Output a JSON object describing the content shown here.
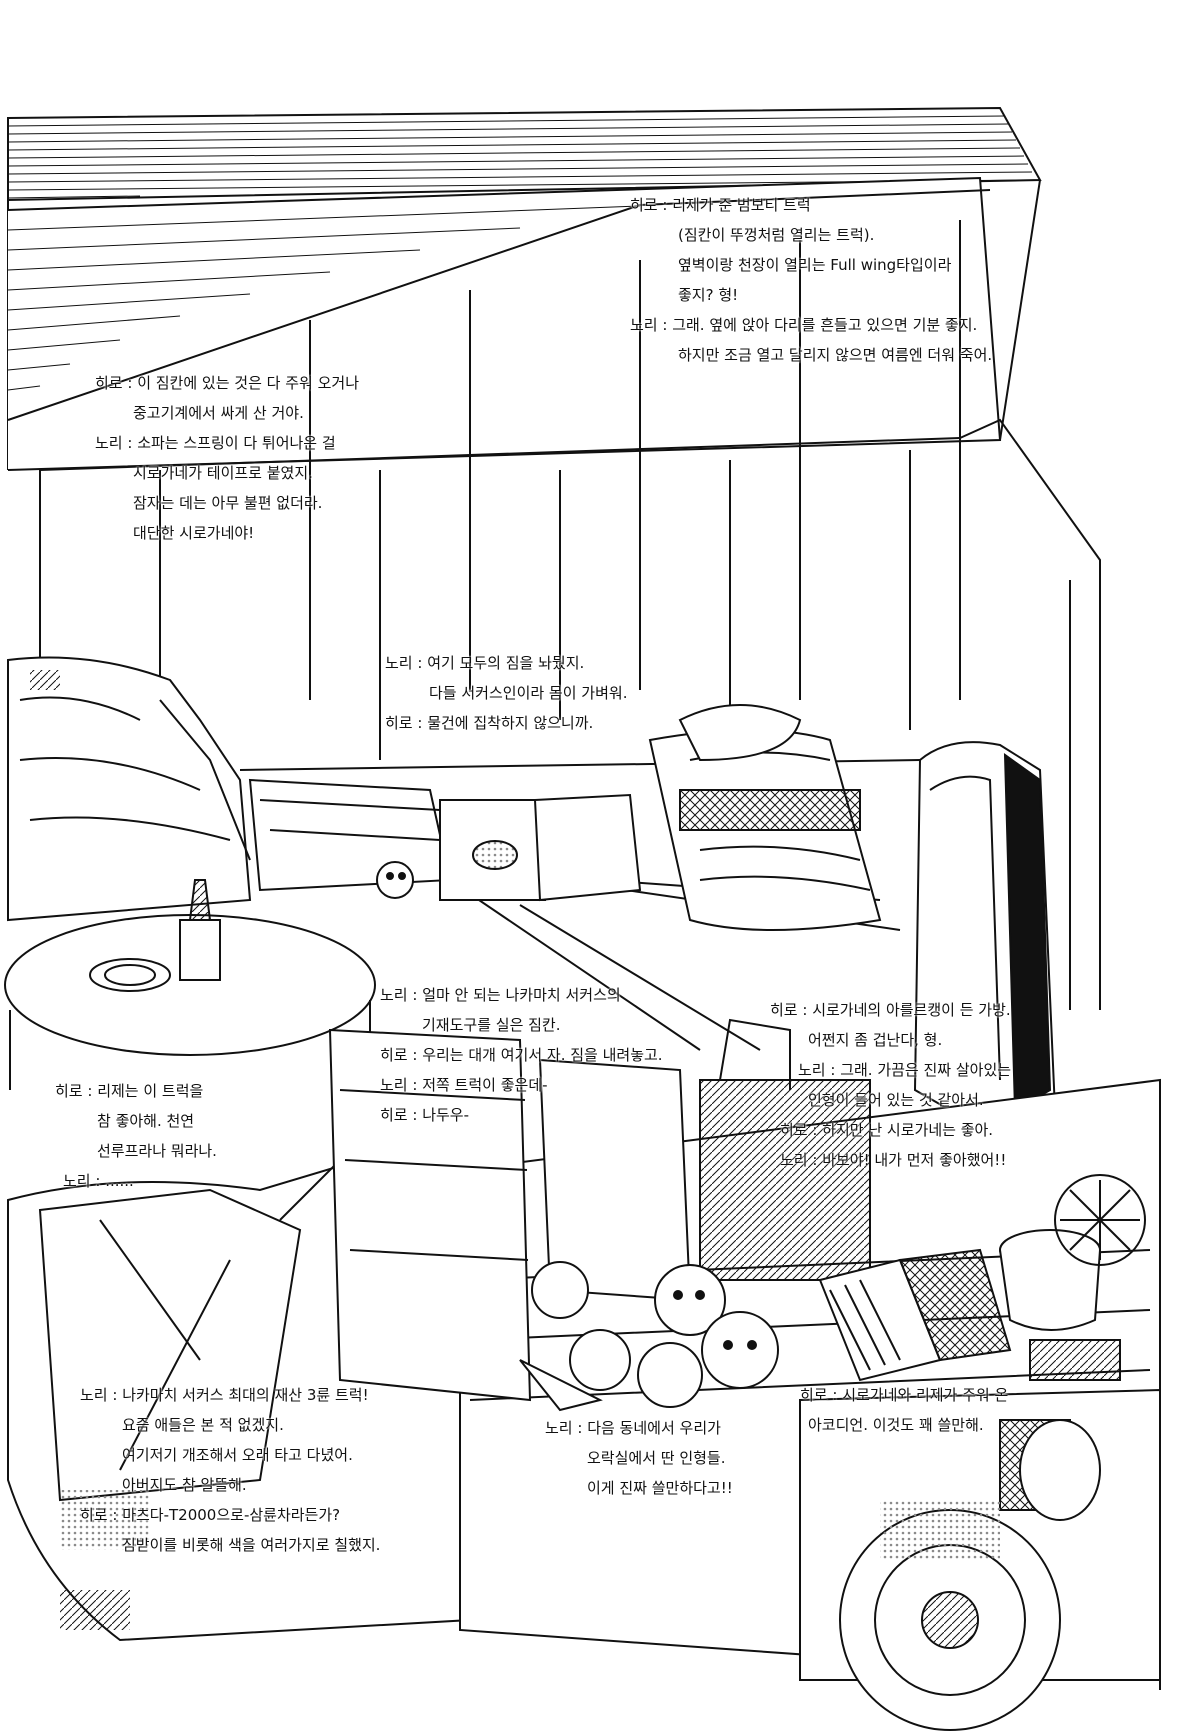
{
  "colors": {
    "ink": "#111111",
    "paper": "#ffffff",
    "screentone": "#8a8a8a"
  },
  "captions": {
    "roof_truck": [
      "히로 : 리제가 준 범보티 트럭",
      "(짐칸이 뚜껑처럼 열리는 트럭).",
      "옆벽이랑 천장이 열리는 Full wing타입이라",
      "좋지? 형!",
      "노리 : 그래. 옆에 앉아 다리를 흔들고 있으면 기분 좋지.",
      "하지만 조금 열고 달리지 않으면 여름엔 더워 죽어."
    ],
    "junk": [
      "히로 : 이 짐칸에 있는 것은 다 주워 오거나",
      "중고기계에서 싸게 산 거야.",
      "노리 : 소파는 스프링이 다 튀어나온 걸",
      "시로가네가 테이프로 붙였지.",
      "잠자는 데는 아무 불편 없더라.",
      "대단한 시로가네야!"
    ],
    "luggage": [
      "노리 : 여기 모두의 짐을 놔뒀지.",
      "다들 서커스인이라 몸이 가벼워.",
      "히로 : 물건에 집착하지 않으니까."
    ],
    "circus_gear": [
      "노리 : 얼마 안 되는 나카마치 서커스의",
      "기재도구를 실은 짐칸.",
      "히로 : 우리는 대개 여기서 자. 짐을 내려놓고.",
      "노리 : 저쪽 트럭이 좋은데-",
      "히로 : 나두우-"
    ],
    "suitcase": [
      "히로 : 시로가네의 아를르캥이 든 가방.",
      "어쩐지 좀 겁난다, 형.",
      "노리 : 그래. 가끔은 진짜 살아있는",
      "인형이 들어 있는 것 같아서.",
      "히로 : 하지만 난 시로가네는 좋아.",
      "노리 : 바보야! 내가 먼저 좋아했어!!"
    ],
    "liese_truck": [
      "히로 : 리제는 이 트럭을",
      "참 좋아해. 천연",
      "선루프라나 뭐라나.",
      "노리 : ......"
    ],
    "three_wheeler": [
      "노리 : 나카마치 서커스 최대의 재산 3륜 트럭!",
      "요즘 애들은 본 적 없겠지.",
      "여기저기 개조해서 오래 타고 다녔어.",
      "아버지도 참 알뜰해.",
      "히로 : 마츠다-T2000으로-삼륜차라든가?",
      "짐받이를 비롯해 색을 여러가지로 칠했지."
    ],
    "dolls": [
      "노리 : 다음 동네에서 우리가",
      "오락실에서 딴 인형들.",
      "이게 진짜 쓸만하다고!!"
    ],
    "accordion": [
      "히로 : 시로가네와 리제가 주워 온",
      "아코디언. 이것도 꽤 쓸만해."
    ]
  }
}
